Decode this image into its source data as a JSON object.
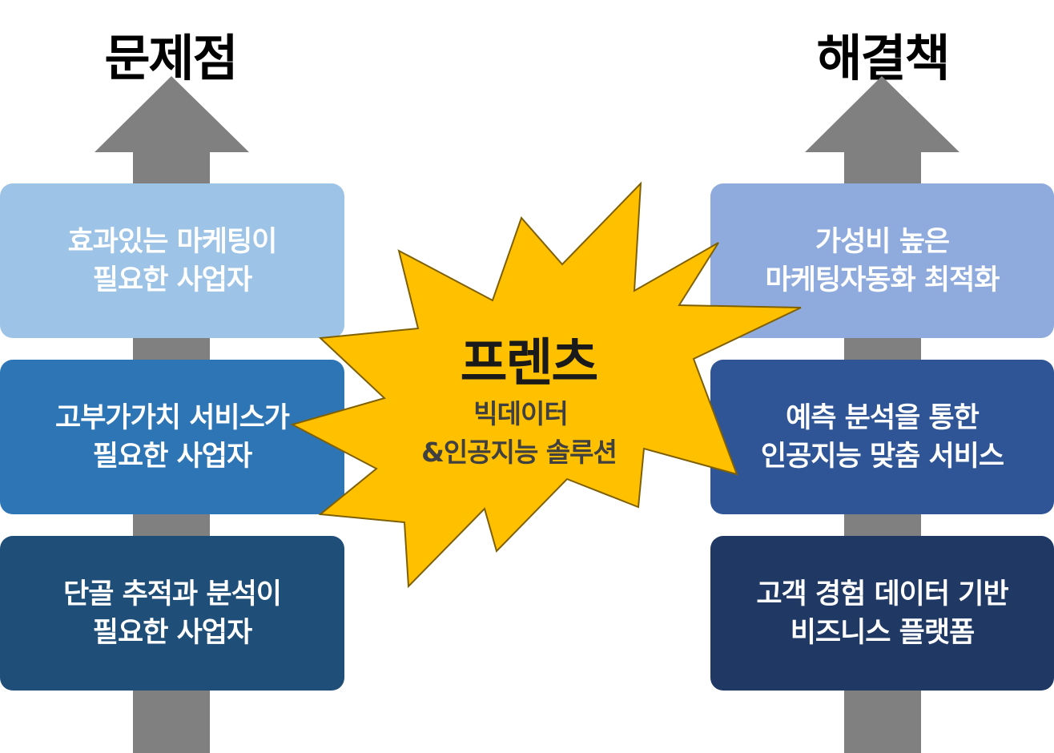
{
  "problems": {
    "heading": "문제점",
    "items": [
      {
        "line1": "효과있는 마케팅이",
        "line2": "필요한 사업자",
        "color": "#9DC3E6"
      },
      {
        "line1": "고부가가치 서비스가",
        "line2": "필요한 사업자",
        "color": "#2E75B6"
      },
      {
        "line1": "단골 추적과 분석이",
        "line2": "필요한 사업자",
        "color": "#1F4E79"
      }
    ]
  },
  "solutions": {
    "heading": "해결책",
    "items": [
      {
        "line1": "가성비 높은",
        "line2": "마케팅자동화 최적화",
        "color": "#8FAADC"
      },
      {
        "line1": "예측 분석을 통한",
        "line2": "인공지능 맞춤 서비스",
        "color": "#2F5597"
      },
      {
        "line1": "고객 경험 데이터 기반",
        "line2": "비즈니스 플랫폼",
        "color": "#203864"
      }
    ]
  },
  "center": {
    "title": "프렌츠",
    "subtitle_line1": "빅데이터",
    "subtitle_line2": "&인공지능 솔루션",
    "burst_color": "#FFC000",
    "burst_outline": "#7F6000"
  },
  "arrow_color": "#808080"
}
